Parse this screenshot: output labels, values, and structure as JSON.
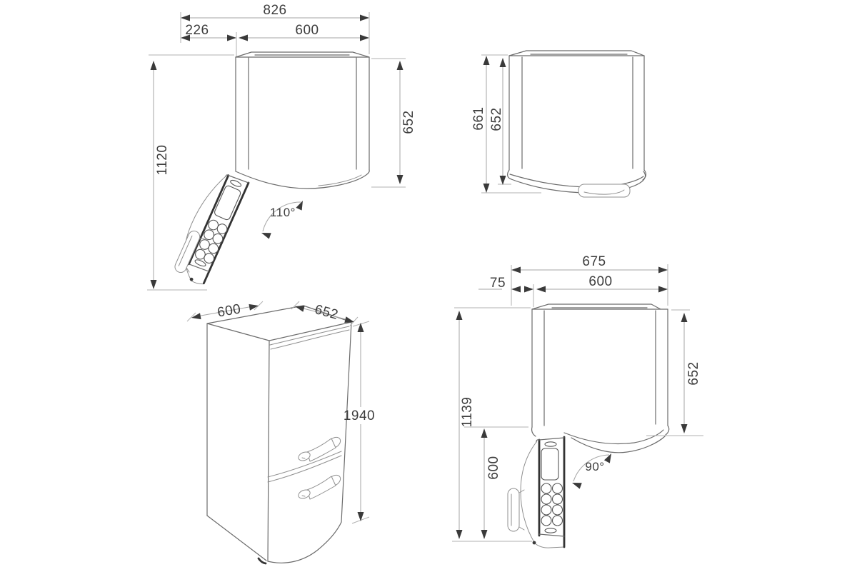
{
  "views": {
    "top_open_110": {
      "overall_width": "826",
      "door_clearance": "226",
      "cabinet_width": "600",
      "cabinet_depth": "652",
      "open_depth": "1120",
      "door_angle": "110°"
    },
    "top_closed": {
      "depth_with_handle": "661",
      "depth": "652"
    },
    "isometric": {
      "width": "600",
      "depth": "652",
      "height": "1940"
    },
    "top_open_90": {
      "overall_width": "675",
      "hinge_offset": "75",
      "cabinet_width": "600",
      "open_depth": "1139",
      "door_depth": "600",
      "cabinet_depth": "652",
      "door_angle": "90°"
    }
  },
  "colors": {
    "outline": "#6b6b6b",
    "door_bold": "#333333",
    "dimension_line": "#a6a6a6",
    "dimension_text": "#3d3d3d",
    "background": "#ffffff"
  }
}
